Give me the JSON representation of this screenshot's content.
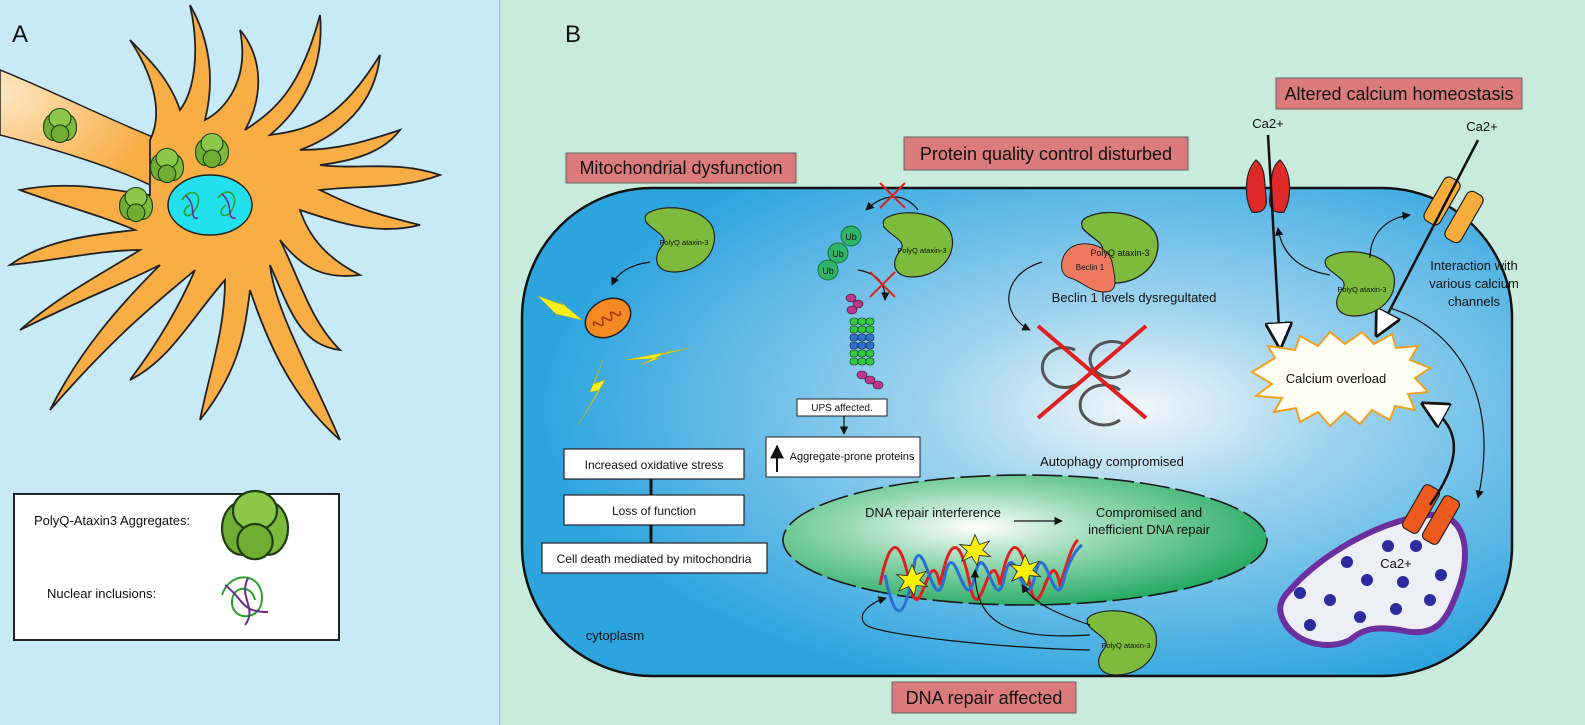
{
  "panelA": {
    "label": "A",
    "legend": {
      "aggregates_label": "PolyQ-Ataxin3 Aggregates:",
      "inclusions_label": "Nuclear inclusions:"
    }
  },
  "panelB": {
    "label": "B",
    "headers": {
      "mito": "Mitochondrial dysfunction",
      "protein": "Protein quality control disturbed",
      "calcium": "Altered calcium homeostasis",
      "dna": "DNA repair affected"
    },
    "polyq_label": "PolyQ ataxin-3",
    "polyq_label_lower": "PolyQ ataxin-3",
    "beclin_label": "Beclin 1",
    "ub_label": "Ub",
    "ups_affected": "UPS affected.",
    "aggregate_prone": "Aggregate-prone proteins",
    "beclin_levels": "Beclin 1 levels dysregultated",
    "autophagy": "Autophagy compromised",
    "mito_steps": [
      "Increased oxidative stress",
      "Loss of function",
      "Cell death mediated by mitochondria"
    ],
    "dna_interference": "DNA repair interference",
    "dna_compromised_1": "Compromised and",
    "dna_compromised_2": "inefficient DNA repair",
    "cytoplasm": "cytoplasm",
    "ca_top_left": "Ca2+",
    "ca_top_right": "Ca2+",
    "ca_er": "Ca2+",
    "calcium_overload": "Calcium overload",
    "channels_1": "Interaction with",
    "channels_2": "various calcium",
    "channels_3": "channels"
  },
  "colors": {
    "panelA_bg": "#c8e9f6",
    "panelB_bg": "#c8ebdd",
    "neuron": "#f9ad45",
    "header_box": "#db7b7b",
    "cell_blue": "#3aa7e0",
    "nucleus_green": "#2fb56a",
    "aggregate_green": "#7dbb3c"
  }
}
